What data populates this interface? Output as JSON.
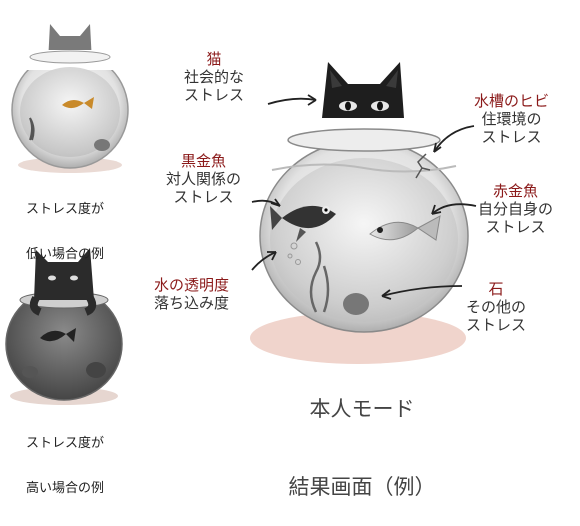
{
  "thumbnails": {
    "low_caption_line1": "ストレス度が",
    "low_caption_line2": "低い場合の例",
    "high_caption_line1": "ストレス度が",
    "high_caption_line2": "高い場合の例"
  },
  "main": {
    "result_line1": "本人モード",
    "result_line2": "結果画面（例）"
  },
  "annotations": {
    "cat": {
      "title": "猫",
      "line1": "社会的な",
      "line2": "ストレス"
    },
    "crack": {
      "title": "水槽のヒビ",
      "line1": "住環境の",
      "line2": "ストレス"
    },
    "black_fish": {
      "title": "黒金魚",
      "line1": "対人関係の",
      "line2": "ストレス"
    },
    "red_fish": {
      "title": "赤金魚",
      "line1": "自分自身の",
      "line2": "ストレス"
    },
    "water": {
      "title": "水の透明度",
      "line1": "落ち込み度"
    },
    "stone": {
      "title": "石",
      "line1": "その他の",
      "line2": "ストレス"
    }
  },
  "colors": {
    "label_accent": "#8b1a1a",
    "label_text": "#333333",
    "shadow": "#f0d4cc"
  }
}
